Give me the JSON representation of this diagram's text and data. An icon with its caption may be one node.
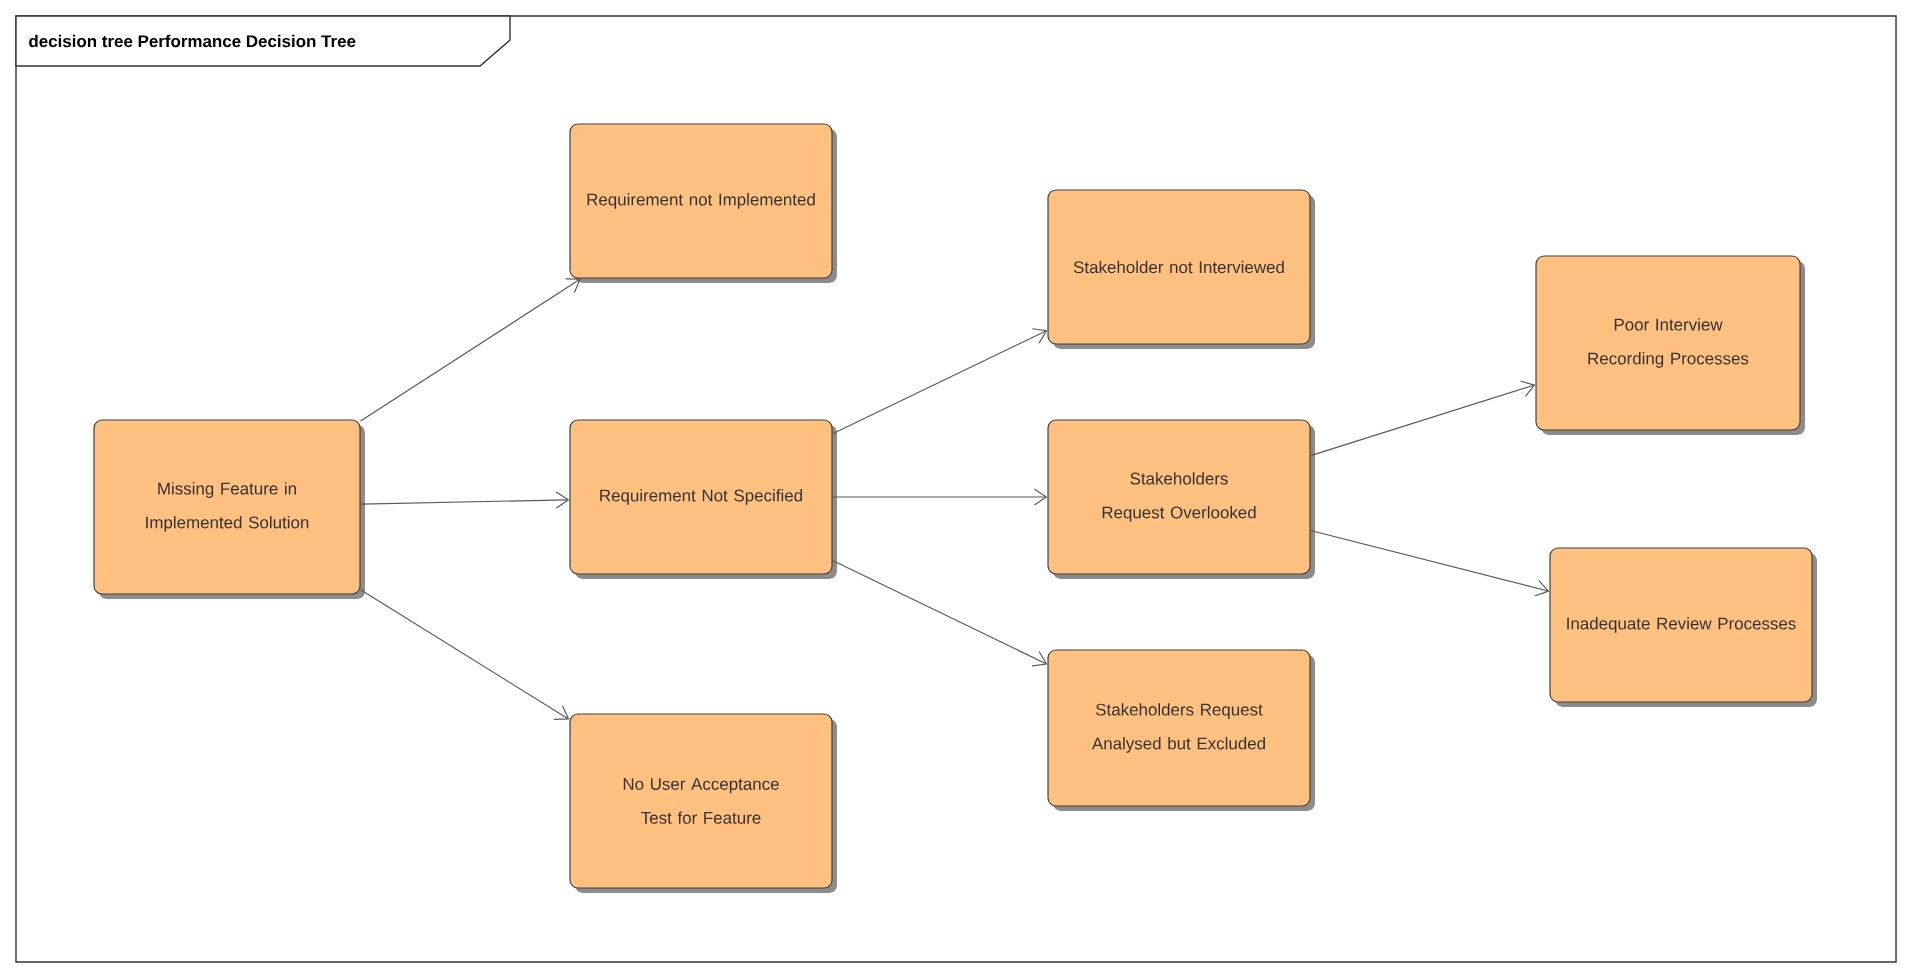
{
  "diagram": {
    "title": "decision tree Performance Decision Tree",
    "nodes": [
      {
        "text": [
          "Missing Feature in Implemented Solution"
        ]
      },
      {
        "text": [
          "Requirement not Implemented"
        ]
      },
      {
        "text": [
          "Requirement Not Specified"
        ]
      },
      {
        "text": [
          "No User Acceptance Test for Feature"
        ]
      },
      {
        "text": [
          "Stakeholder not Interviewed"
        ]
      },
      {
        "text": [
          "Stakeholders Request Overlooked"
        ]
      },
      {
        "text": [
          "Stakeholders Request Analysed but Excluded"
        ]
      },
      {
        "text": [
          "Poor Interview Recording Processes"
        ]
      },
      {
        "text": [
          "Inadequate Review Processes"
        ]
      }
    ],
    "edges": [
      {
        "from": 0,
        "to": 1,
        "arrow": "to"
      },
      {
        "from": 0,
        "to": 2,
        "arrow": "to"
      },
      {
        "from": 0,
        "to": 3,
        "arrow": "to"
      },
      {
        "from": 2,
        "to": 4,
        "arrow": "to"
      },
      {
        "from": 2,
        "to": 5,
        "arrow": "to"
      },
      {
        "from": 2,
        "to": 6,
        "arrow": "to"
      },
      {
        "from": 5,
        "to": 7,
        "arrow": "to"
      },
      {
        "from": 5,
        "to": 8,
        "arrow": "to"
      }
    ]
  }
}
